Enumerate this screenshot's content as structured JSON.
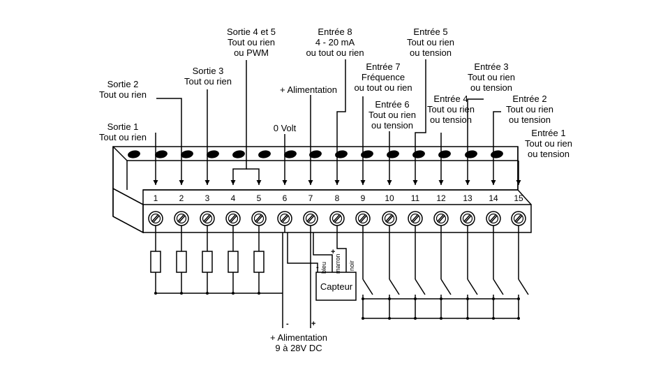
{
  "labels": {
    "sortie1": [
      "Sortie 1",
      "Tout ou rien"
    ],
    "sortie2": [
      "Sortie 2",
      "Tout ou rien"
    ],
    "sortie3": [
      "Sortie 3",
      "Tout ou rien"
    ],
    "sortie45": [
      "Sortie 4 et 5",
      "Tout ou rien",
      "ou PWM"
    ],
    "volt0": "0 Volt",
    "alim_top": "+ Alimentation",
    "entree8": [
      "Entrée 8",
      "4 - 20 mA",
      "ou tout ou rien"
    ],
    "entree7": [
      "Entrée 7",
      "Fréquence",
      "ou tout ou rien"
    ],
    "entree6": [
      "Entrée 6",
      "Tout ou rien",
      "ou tension"
    ],
    "entree5": [
      "Entrée 5",
      "Tout ou rien",
      "ou tension"
    ],
    "entree4": [
      "Entrée 4",
      "Tout ou rien",
      "ou tension"
    ],
    "entree3": [
      "Entrée 3",
      "Tout ou rien",
      "ou tension"
    ],
    "entree2": [
      "Entrée 2",
      "Tout ou rien",
      "ou tension"
    ],
    "entree1": [
      "Entrée 1",
      "Tout ou rien",
      "ou tension"
    ],
    "alim_bottom": [
      "+ Alimentation",
      "9 à 28V DC"
    ]
  },
  "terminals": [
    "1",
    "2",
    "3",
    "4",
    "5",
    "6",
    "7",
    "8",
    "9",
    "10",
    "11",
    "12",
    "13",
    "14",
    "15"
  ],
  "capteur": "Capteur",
  "wires": {
    "bleu": "bleu",
    "marron": "marron",
    "noir": "noir"
  },
  "polarity": {
    "minus": "-",
    "plus": "+"
  },
  "colors": {
    "line": "#000000",
    "background": "#ffffff"
  }
}
